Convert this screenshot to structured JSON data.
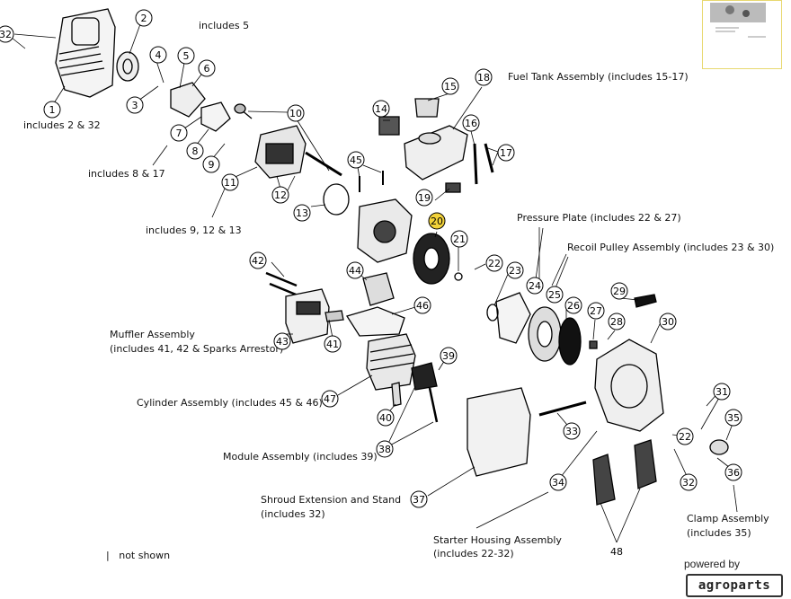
{
  "diagram": {
    "callouts": [
      "1",
      "2",
      "3",
      "4",
      "5",
      "6",
      "7",
      "8",
      "9",
      "10",
      "11",
      "12",
      "13",
      "14",
      "15",
      "16",
      "17",
      "18",
      "19",
      "20",
      "21",
      "22",
      "23",
      "24",
      "25",
      "26",
      "27",
      "28",
      "29",
      "30",
      "31",
      "32",
      "33",
      "34",
      "35",
      "36",
      "37",
      "38",
      "39",
      "40",
      "41",
      "42",
      "43",
      "44",
      "45",
      "46",
      "47",
      "48"
    ],
    "highlighted_callout": "20",
    "labels": {
      "includes_2_32": "includes 2 & 32",
      "includes_5": "includes 5",
      "includes_8_17": "includes 8 & 17",
      "includes_9_12_13": "includes 9, 12 & 13",
      "fuel_tank": "Fuel Tank Assembly (includes 15-17)",
      "pressure_plate": "Pressure Plate (includes 22 & 27)",
      "recoil_pulley": "Recoil Pulley Assembly (includes 23 & 30)",
      "muffler_1": "Muffler Assembly",
      "muffler_2": "(includes 41, 42 & Sparks Arrestor)",
      "cylinder": "Cylinder Assembly (includes 45 & 46)",
      "module": "Module Assembly (includes 39)",
      "shroud_1": "Shroud Extension and Stand",
      "shroud_2": "(includes 32)",
      "starter_1": "Starter Housing Assembly",
      "starter_2": "(includes 22-32)",
      "clamp_1": "Clamp Assembly",
      "clamp_2": "(includes 35)",
      "not_shown": "not shown"
    },
    "colors": {
      "highlight": "#f2d23a",
      "line": "#000000"
    }
  },
  "branding": {
    "powered_by": "powered by",
    "logo_text": "agroparts"
  }
}
